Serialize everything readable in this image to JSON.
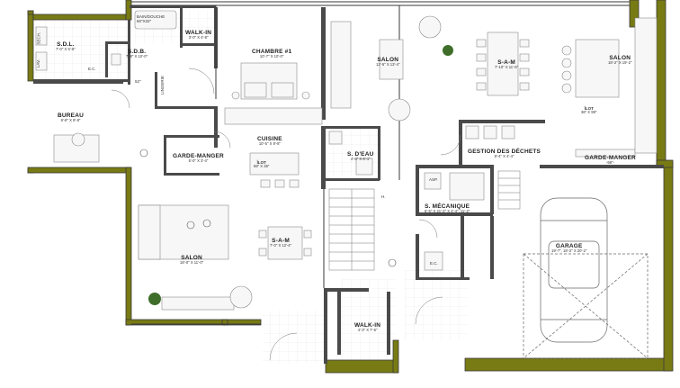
{
  "rooms": {
    "sdl": {
      "name": "S.D.L.",
      "dims": "7'-0\" X 5'-8\""
    },
    "sdb": {
      "name": "S.D.B.",
      "dims": "7'-8\" X 10'-0\""
    },
    "walkin_top": {
      "name": "WALK-IN",
      "dims": "3'-0\" X 4'-8\""
    },
    "chambre": {
      "name": "CHAMBRE #1",
      "dims": "10'-7\" X 10'-0\""
    },
    "salon_mid": {
      "name": "SALON",
      "dims": "12'-5\" X 13'-4\""
    },
    "sam_right": {
      "name": "S-A-M",
      "dims": "7'-10\" X 11'-6\""
    },
    "salon_right": {
      "name": "SALON",
      "dims": "18'-2\" X 19'-2\""
    },
    "bureau": {
      "name": "BUREAU",
      "dims": "9'-8\" X 8'-8\""
    },
    "garde_manger_left": {
      "name": "GARDE-MANGER",
      "dims": "5'-0\" X 3'-4\""
    },
    "cuisine": {
      "name": "CUISINE",
      "dims": "10'-5\" X 9'-8\""
    },
    "ilot_left": {
      "name": "ÎLOT",
      "dims": "69\" X 36\""
    },
    "seau": {
      "name": "S. D'EAU",
      "dims": "4'-8\" X 6'-1\""
    },
    "gestion": {
      "name": "GESTION DES DÉCHETS",
      "dims": "8'-4\" X 4'-4\""
    },
    "ilot_right": {
      "name": "ÎLOT",
      "dims": "36\" X 99\""
    },
    "garde_manger_right": {
      "name": "GARDE-MANGER",
      "dims": "-98\"-"
    },
    "smecanique": {
      "name": "S. MÉCANIQUE",
      "dims": "6'-5\" X 21'-2\" X 4'-4\", 11'-2\""
    },
    "sam_left": {
      "name": "S-A-M",
      "dims": "7'-0\" X 12'-4\""
    },
    "salon_left": {
      "name": "SALON",
      "dims": "18'-0\" X 11'-0\""
    },
    "garage": {
      "name": "GARAGE",
      "dims": "19'-7\", 18'-2\" X 20'-2\""
    },
    "walkin_bottom": {
      "name": "WALK-IN",
      "dims": "4'-3\" X 7'-6\""
    }
  },
  "annotations": {
    "sech": "SECH.",
    "lav": "LAV.",
    "ec1": "E.C.",
    "ec2": "E.C.",
    "bain": "BAIN/DOUCHE",
    "bain_dims": "60\"X32\"",
    "lingerie": "LINGERIE",
    "asp": "ASP.",
    "up": "H.",
    "dim_52": "52\""
  },
  "colors": {
    "ext_wall": "#787a14",
    "int_wall": "#4a4a4a",
    "floor": "#ffffff",
    "furniture": "#9a9a9a"
  }
}
